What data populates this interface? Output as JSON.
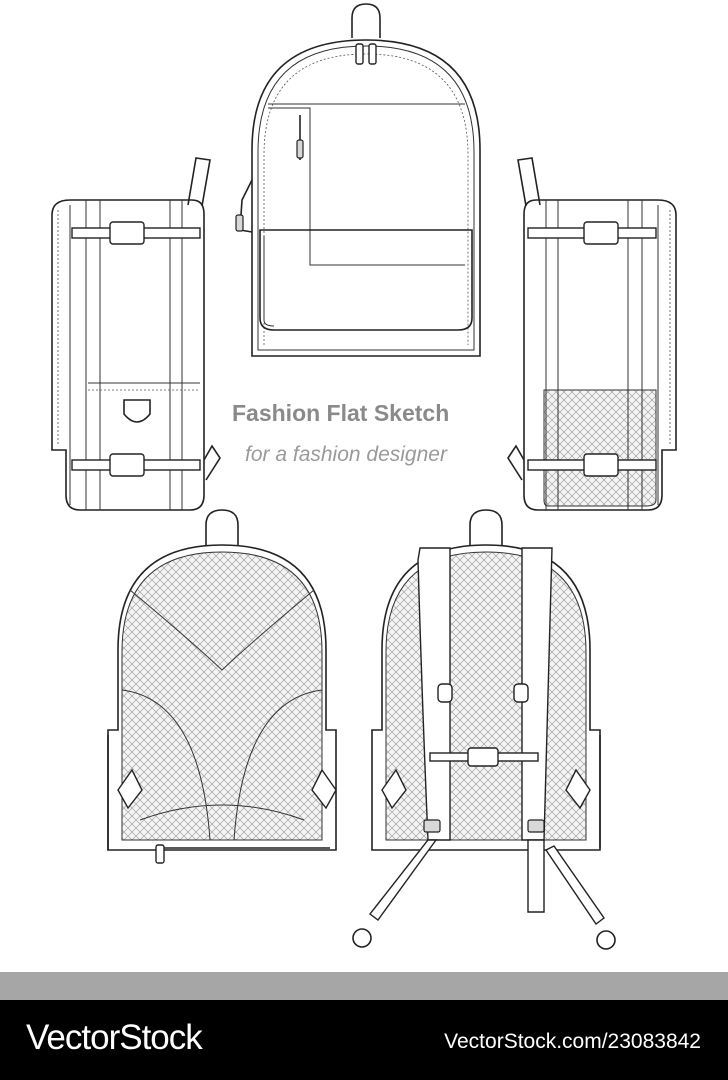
{
  "caption": {
    "title": "Fashion Flat Sketch",
    "subtitle": "for a fashion designer"
  },
  "footer": {
    "brand": "VectorStock",
    "stock_id": "VectorStock.com/23083842"
  },
  "colors": {
    "background": "#ffffff",
    "caption_title": "#8a8a8a",
    "caption_subtitle": "#9a9a9a",
    "band": "#a6a6a6",
    "footer_bg": "#000000",
    "footer_text": "#ffffff"
  }
}
